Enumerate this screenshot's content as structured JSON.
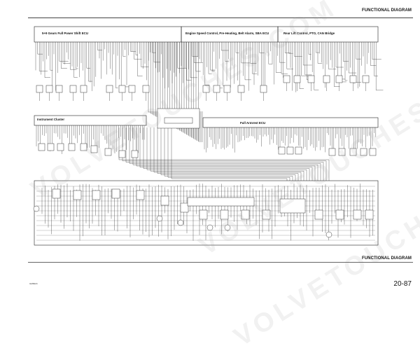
{
  "header": {
    "title": "FUNCTIONAL DIAGRAM"
  },
  "footer": {
    "title": "FUNCTIONAL DIAGRAM",
    "page_number": "20-87",
    "doc_code": "GM6024"
  },
  "blocks": {
    "ecu_shift": "5+9 Gears Full Power Shift ECU",
    "ecu_engine": "Engine Speed Control, Pre-Heating, Belt Alarm, SBA ECU",
    "ecu_rear": "Rear Lift Control, PTO, CAN Bridge",
    "instrument": "Instrument Cluster",
    "armrest": "Full Armrest ECU"
  },
  "watermark": {
    "text": "VOLVETOUCHES.COM"
  },
  "colors": {
    "line": "#222222",
    "background": "#ffffff",
    "watermark": "#969696"
  }
}
